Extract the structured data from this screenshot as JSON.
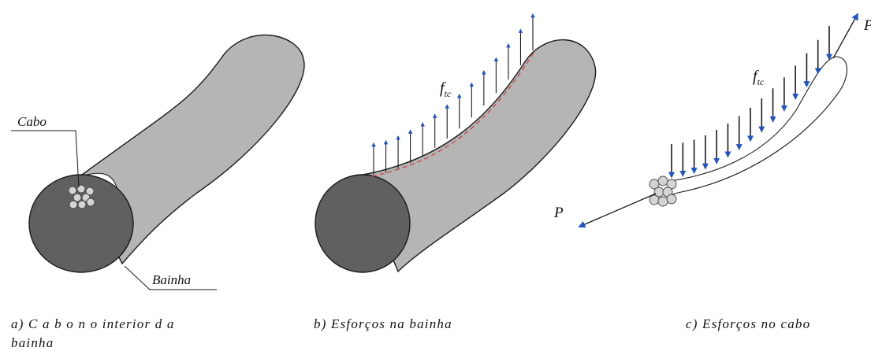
{
  "colors": {
    "sheath_body": "#b5b5b5",
    "sheath_end": "#606060",
    "outline": "#1a1a1a",
    "force_arrow": "#1f55c8",
    "contact_line": "#d23a3a",
    "strand": "#d4d4d4"
  },
  "panels": {
    "a": {
      "label_cable": "Cabo",
      "label_sheath": "Bainha",
      "caption": "a) C a b o n o interior d a",
      "caption_line2": "bainha"
    },
    "b": {
      "force_label": "f",
      "force_label_sub": "tc",
      "caption": "b) Esforços na bainha"
    },
    "c": {
      "force_label": "f",
      "force_label_sub": "tc",
      "tension_left": "P",
      "tension_right": "P",
      "caption": "c) Esforços no cabo"
    }
  }
}
